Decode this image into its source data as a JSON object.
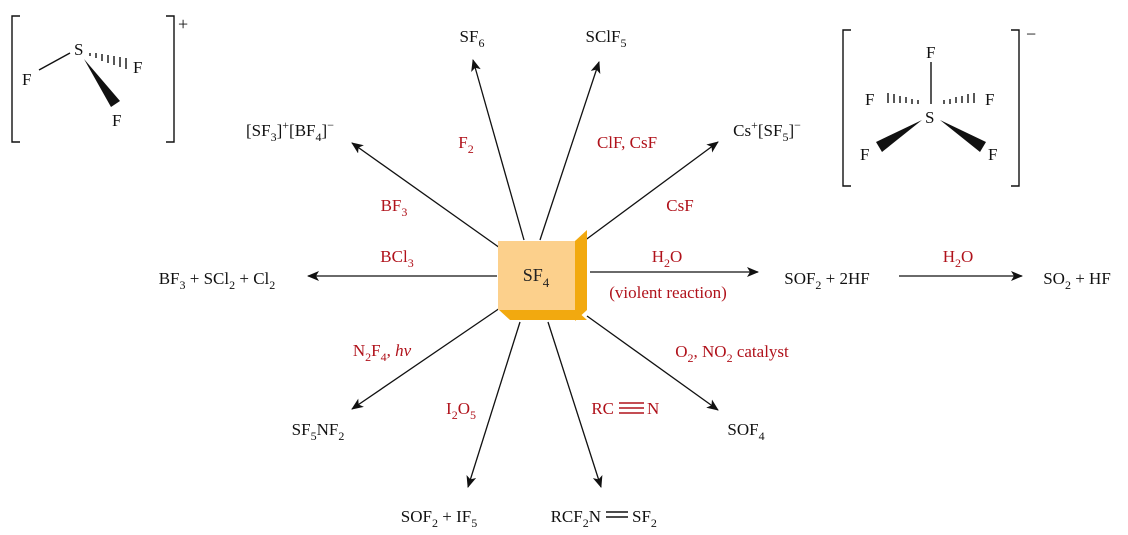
{
  "center": {
    "base": "SF",
    "sub": "4"
  },
  "colors": {
    "product": "#111111",
    "reagent": "#b0121b",
    "cube_face": "#fcd08c",
    "cube_edge": "#f2a90f"
  },
  "cation": {
    "atoms": [
      "S",
      "F",
      "F",
      "F"
    ],
    "charge": "+"
  },
  "anion": {
    "atoms": [
      "F",
      "F",
      "F",
      "S",
      "F",
      "F"
    ],
    "charge": "−"
  },
  "reactions": {
    "f2": {
      "reagent": [
        [
          "F",
          "n"
        ],
        [
          "2",
          "sub"
        ]
      ],
      "product": [
        [
          "SF",
          "n"
        ],
        [
          "6",
          "sub"
        ]
      ]
    },
    "clf": {
      "reagent": [
        [
          "ClF, CsF",
          "n"
        ]
      ],
      "product": [
        [
          "SClF",
          "n"
        ],
        [
          "5",
          "sub"
        ]
      ]
    },
    "csf": {
      "reagent": [
        [
          "CsF",
          "n"
        ]
      ],
      "product": [
        [
          "Cs",
          "n"
        ],
        [
          "+",
          "sup"
        ],
        [
          "[SF",
          "n"
        ],
        [
          "5",
          "sub"
        ],
        [
          "]",
          "n"
        ],
        [
          "−",
          "sup"
        ]
      ]
    },
    "bf3": {
      "reagent": [
        [
          "BF",
          "n"
        ],
        [
          "3",
          "sub"
        ]
      ],
      "product": [
        [
          "[SF",
          "n"
        ],
        [
          "3",
          "sub"
        ],
        [
          "]",
          "n"
        ],
        [
          "+",
          "sup"
        ],
        [
          "[BF",
          "n"
        ],
        [
          "4",
          "sub"
        ],
        [
          "]",
          "n"
        ],
        [
          "−",
          "sup"
        ]
      ]
    },
    "bcl3": {
      "reagent": [
        [
          "BCl",
          "n"
        ],
        [
          "3",
          "sub"
        ]
      ],
      "product": [
        [
          "BF",
          "n"
        ],
        [
          "3",
          "sub"
        ],
        [
          " + SCl",
          "n"
        ],
        [
          "2",
          "sub"
        ],
        [
          " + Cl",
          "n"
        ],
        [
          "2",
          "sub"
        ]
      ]
    },
    "h2o": {
      "reagent": [
        [
          "H",
          "n"
        ],
        [
          "2",
          "sub"
        ],
        [
          "O",
          "n"
        ]
      ],
      "note": "(violent reaction)",
      "product": [
        [
          "SOF",
          "n"
        ],
        [
          "2",
          "sub"
        ],
        [
          " + 2HF",
          "n"
        ]
      ]
    },
    "h2o_b": {
      "reagent": [
        [
          "H",
          "n"
        ],
        [
          "2",
          "sub"
        ],
        [
          "O",
          "n"
        ]
      ],
      "product": [
        [
          "SO",
          "n"
        ],
        [
          "2",
          "sub"
        ],
        [
          " + HF",
          "n"
        ]
      ]
    },
    "n2f4": {
      "reagent": [
        [
          "N",
          "n"
        ],
        [
          "2",
          "sub"
        ],
        [
          "F",
          "n"
        ],
        [
          "4",
          "sub"
        ],
        [
          ", ",
          "n"
        ],
        [
          "hv",
          "i"
        ]
      ],
      "product": [
        [
          "SF",
          "n"
        ],
        [
          "5",
          "sub"
        ],
        [
          "NF",
          "n"
        ],
        [
          "2",
          "sub"
        ]
      ]
    },
    "i2o5": {
      "reagent": [
        [
          "I",
          "n"
        ],
        [
          "2",
          "sub"
        ],
        [
          "O",
          "n"
        ],
        [
          "5",
          "sub"
        ]
      ],
      "product": [
        [
          "SOF",
          "n"
        ],
        [
          "2",
          "sub"
        ],
        [
          " + IF",
          "n"
        ],
        [
          "5",
          "sub"
        ]
      ]
    },
    "rcn": {
      "reagent_left": "RC",
      "reagent_right": "N",
      "product_left": [
        [
          "RCF",
          "n"
        ],
        [
          "2",
          "sub"
        ],
        [
          "N",
          "n"
        ]
      ],
      "product_right": [
        [
          "SF",
          "n"
        ],
        [
          "2",
          "sub"
        ]
      ]
    },
    "o2": {
      "reagent": [
        [
          "O",
          "n"
        ],
        [
          "2",
          "sub"
        ],
        [
          ", NO",
          "n"
        ],
        [
          "2",
          "sub"
        ],
        [
          " catalyst",
          "n"
        ]
      ],
      "product": [
        [
          "SOF",
          "n"
        ],
        [
          "4",
          "sub"
        ]
      ]
    }
  }
}
